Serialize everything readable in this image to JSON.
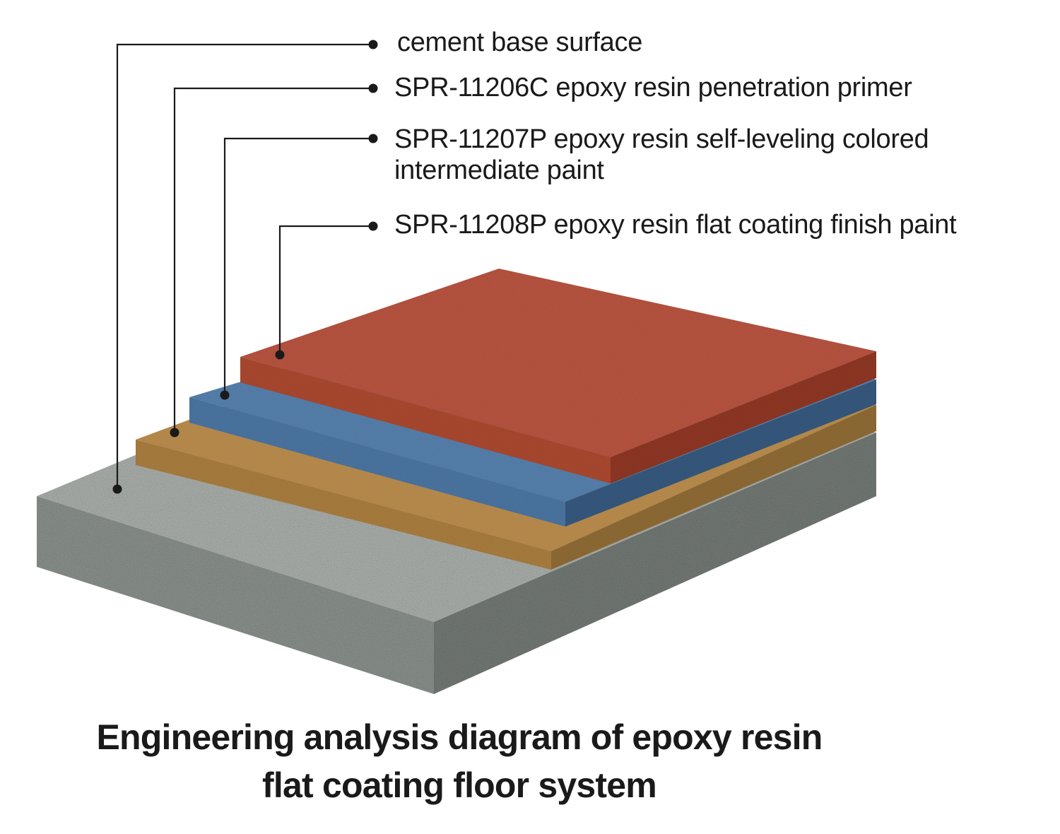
{
  "diagram": {
    "title_line1": "Engineering analysis diagram of epoxy resin",
    "title_line2": "flat coating floor system",
    "layers": [
      {
        "name": "cement base surface",
        "label": "cement base surface",
        "color": "#8f9490"
      },
      {
        "name": "primer",
        "label": "SPR-11206C epoxy resin penetration primer",
        "color": "#b58848"
      },
      {
        "name": "intermediate",
        "label_line1": "SPR-11207P epoxy resin self-leveling colored",
        "label_line2": "intermediate paint",
        "color": "#4d7aa6"
      },
      {
        "name": "finish",
        "label": "SPR-11208P epoxy resin flat coating finish paint",
        "color": "#b14f3c"
      }
    ],
    "leader_color": "#1a1a1a"
  }
}
